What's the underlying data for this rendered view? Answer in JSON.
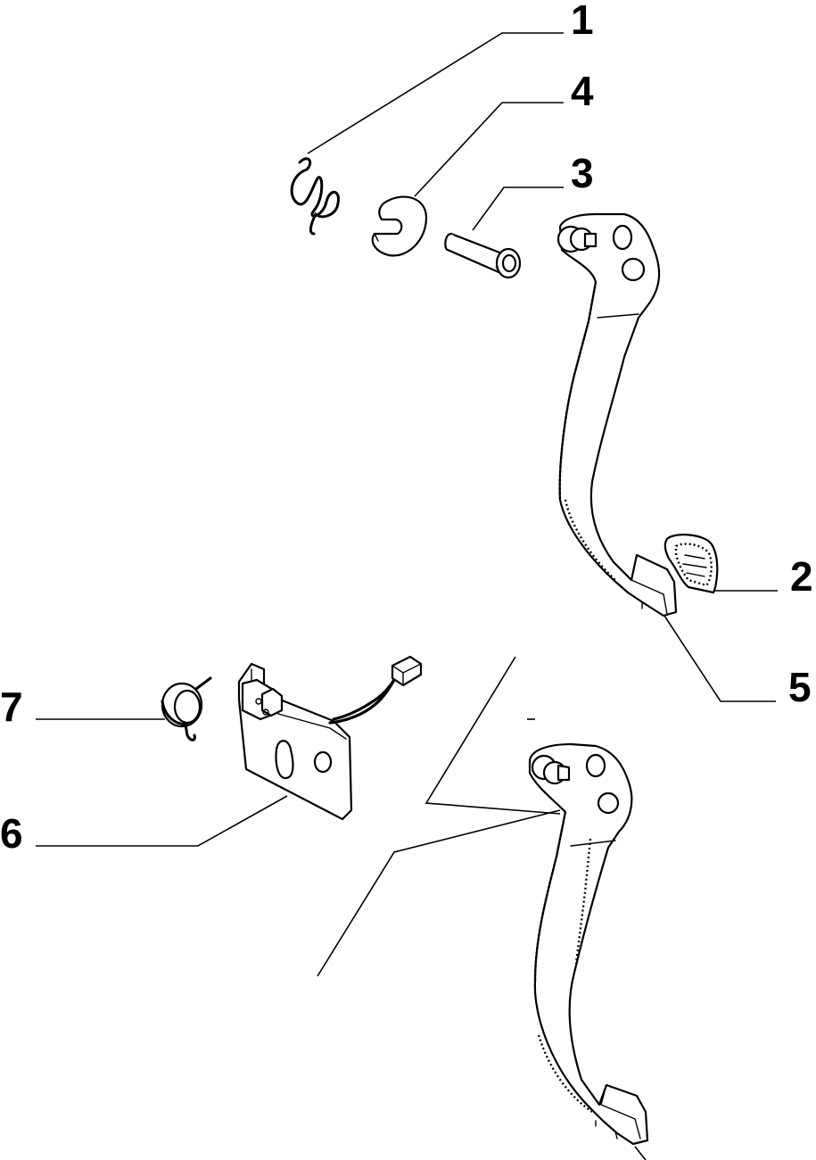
{
  "diagram": {
    "callouts": [
      {
        "id": "1",
        "label": "1"
      },
      {
        "id": "2",
        "label": "2"
      },
      {
        "id": "3",
        "label": "3"
      },
      {
        "id": "4",
        "label": "4"
      },
      {
        "id": "5",
        "label": "5"
      },
      {
        "id": "6",
        "label": "6"
      },
      {
        "id": "7",
        "label": "7"
      }
    ],
    "parts": [
      {
        "callout": "1",
        "icon": "return-spring-icon"
      },
      {
        "callout": "2",
        "icon": "pedal-pad-icon"
      },
      {
        "callout": "3",
        "icon": "bushing-sleeve-icon"
      },
      {
        "callout": "4",
        "icon": "retaining-clip-icon"
      },
      {
        "callout": "5",
        "icon": "pedal-lever-icon"
      },
      {
        "callout": "6",
        "icon": "switch-bracket-icon"
      },
      {
        "callout": "7",
        "icon": "torsion-spring-icon"
      }
    ],
    "colors": {
      "ink": "#000000",
      "paper": "#ffffff"
    }
  }
}
